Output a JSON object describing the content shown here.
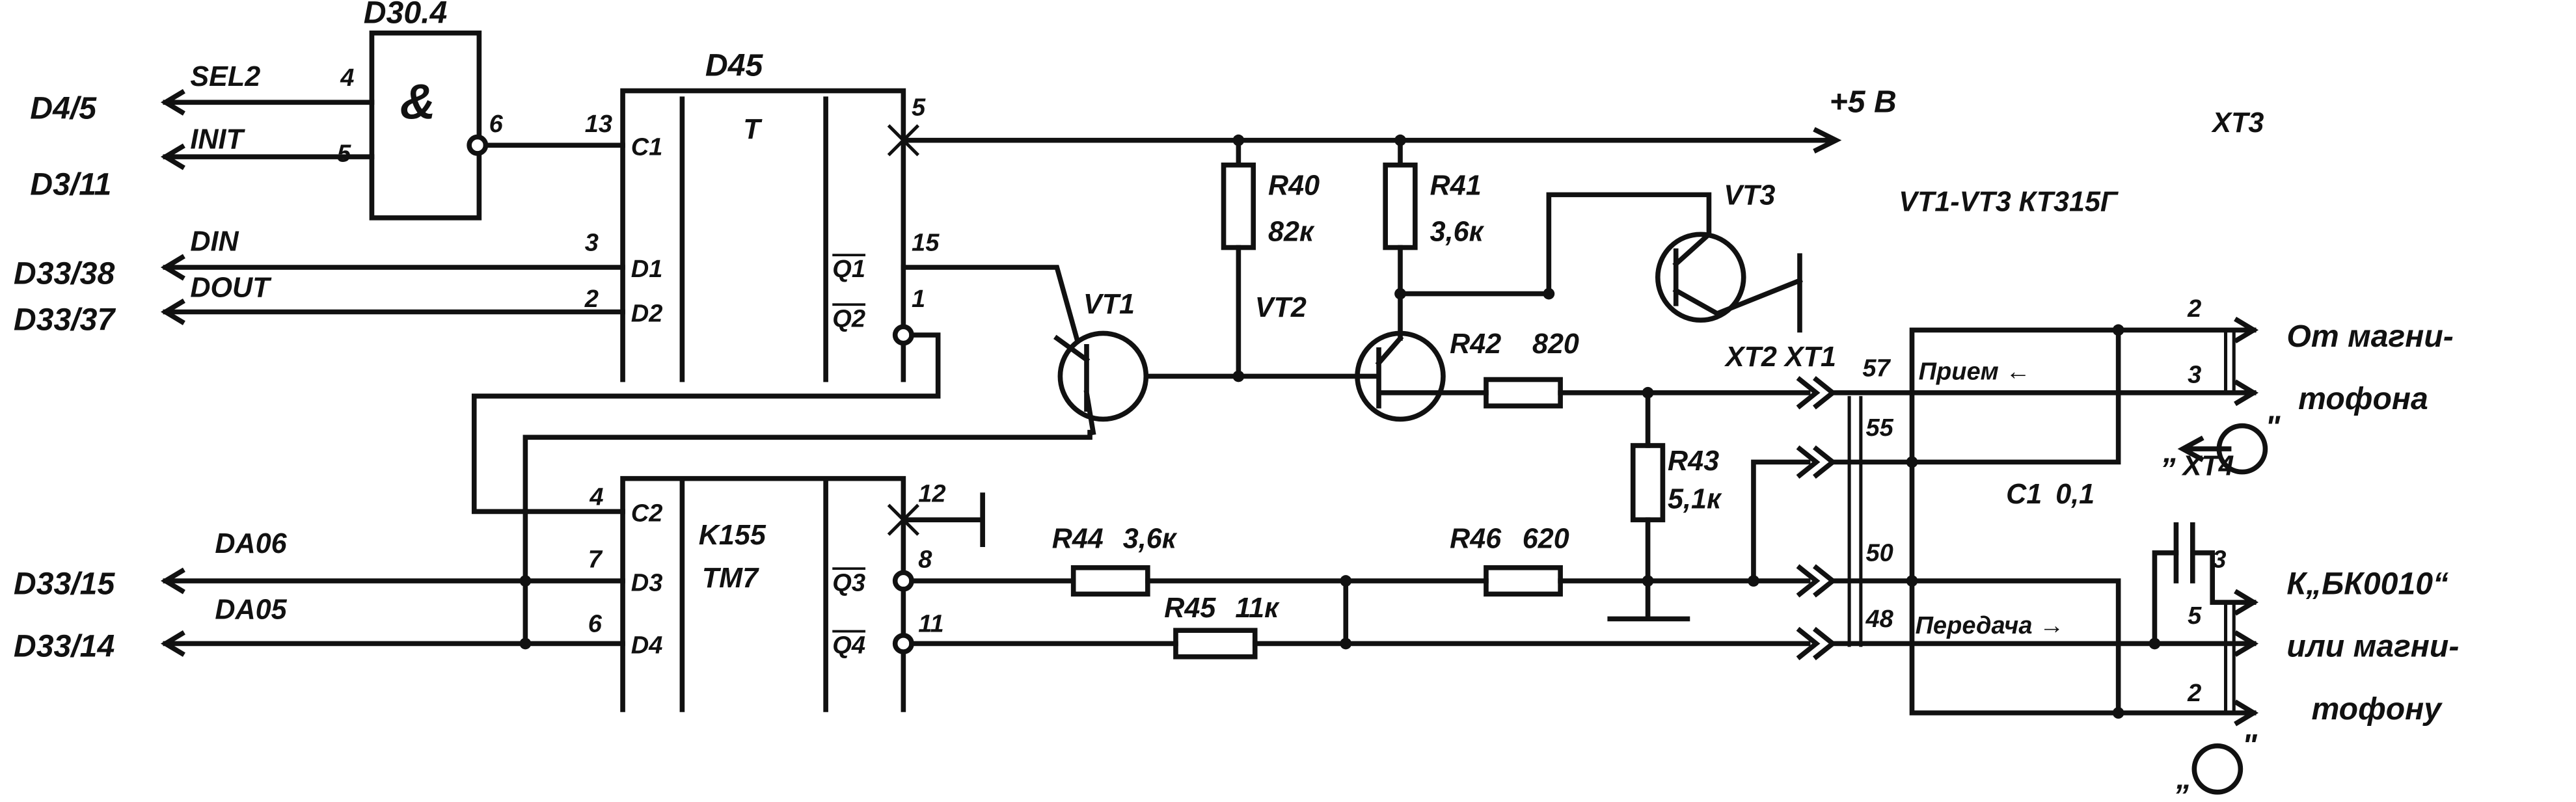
{
  "diagram": {
    "gate": {
      "name": "D30.4",
      "symbol": "&",
      "pin_in1": "4",
      "pin_in2": "5",
      "pin_out": "6"
    },
    "signals_left": [
      {
        "dest": "D4/5",
        "name": "SEL2"
      },
      {
        "dest": "D3/11",
        "name": "INIT"
      },
      {
        "dest": "D33/38",
        "name": "DIN",
        "pin": "3"
      },
      {
        "dest": "D33/37",
        "name": "DOUT",
        "pin": "2"
      },
      {
        "dest": "D33/15",
        "name": "DA06",
        "pin": "7"
      },
      {
        "dest": "D33/14",
        "name": "DA05",
        "pin": "6"
      }
    ],
    "d45": {
      "name": "D45",
      "type": "T",
      "pins": {
        "c1": "C1",
        "c1_num": "13",
        "d1": "D1",
        "d2": "D2",
        "q1": "Q1",
        "q1_num": "15",
        "q2": "Q2",
        "q2_num": "1",
        "p5": "5"
      },
      "lower_name": "K155",
      "lower_type": "TM7",
      "lower_pins": {
        "c2": "C2",
        "c2_num": "4",
        "d3": "D3",
        "d4": "D4",
        "q3": "Q3",
        "q3_num": "8",
        "q4": "Q4",
        "q4_num": "11",
        "p12": "12"
      }
    },
    "power": "+5 В",
    "transistors_note": "VT1-VT3 КТ315Г",
    "transistors": [
      "VT1",
      "VT2",
      "VT3"
    ],
    "resistors": {
      "r40": {
        "name": "R40",
        "value": "82к"
      },
      "r41": {
        "name": "R41",
        "value": "3,6к"
      },
      "r42": {
        "name": "R42",
        "value": "820"
      },
      "r43": {
        "name": "R43",
        "value": "5,1к"
      },
      "r44": {
        "name": "R44",
        "value": "3,6к"
      },
      "r45": {
        "name": "R45",
        "value": "11к"
      },
      "r46": {
        "name": "R46",
        "value": "620"
      }
    },
    "capacitor": {
      "name": "C1",
      "value": "0,1"
    },
    "connectors": {
      "xt2xt1": "XT2 XT1",
      "pins": [
        "57",
        "55",
        "50",
        "48"
      ],
      "xt3": "XT3",
      "xt3_pins": [
        "2",
        "3"
      ],
      "xt4": "XT4",
      "xt4_pins": [
        "3",
        "5",
        "2"
      ]
    },
    "switch": {
      "receive": "Прием ←",
      "transmit": "Передача →"
    },
    "outputs": {
      "from_line1": "От магни-",
      "from_line2": "тофона",
      "to_line1": "К„БК0010“",
      "to_line2": "или магни-",
      "to_line3": "тофону",
      "quote_open": "„",
      "quote_close": "\""
    }
  }
}
